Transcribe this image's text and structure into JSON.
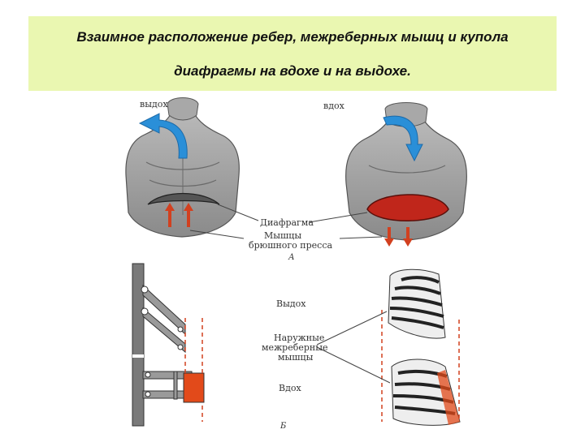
{
  "title": {
    "line1": "Взаимное расположение ребер, межреберных мышц и купола",
    "line2": "диафрагмы  на вдохе и на выдохе."
  },
  "figure_a": {
    "label_exhale": "выдох",
    "label_inhale": "вдох",
    "label_diaphragm": "Диафрагма",
    "label_abs_line1": "Мышцы",
    "label_abs_line2": "брюшного пресса",
    "panel_letter": "А"
  },
  "figure_b": {
    "label_exhale": "Выдох",
    "label_muscles_line1": "Наружные",
    "label_muscles_line2": "межреберные",
    "label_muscles_line3": "мышцы",
    "label_inhale": "Вдох",
    "panel_letter": "Б"
  },
  "colors": {
    "title_bg": "#eaf7b1",
    "arrow_blue": "#2a8fd8",
    "diaphragm_red": "#c0261b",
    "arrow_red": "#d2401f",
    "muscle_orange": "#e24a1a"
  }
}
